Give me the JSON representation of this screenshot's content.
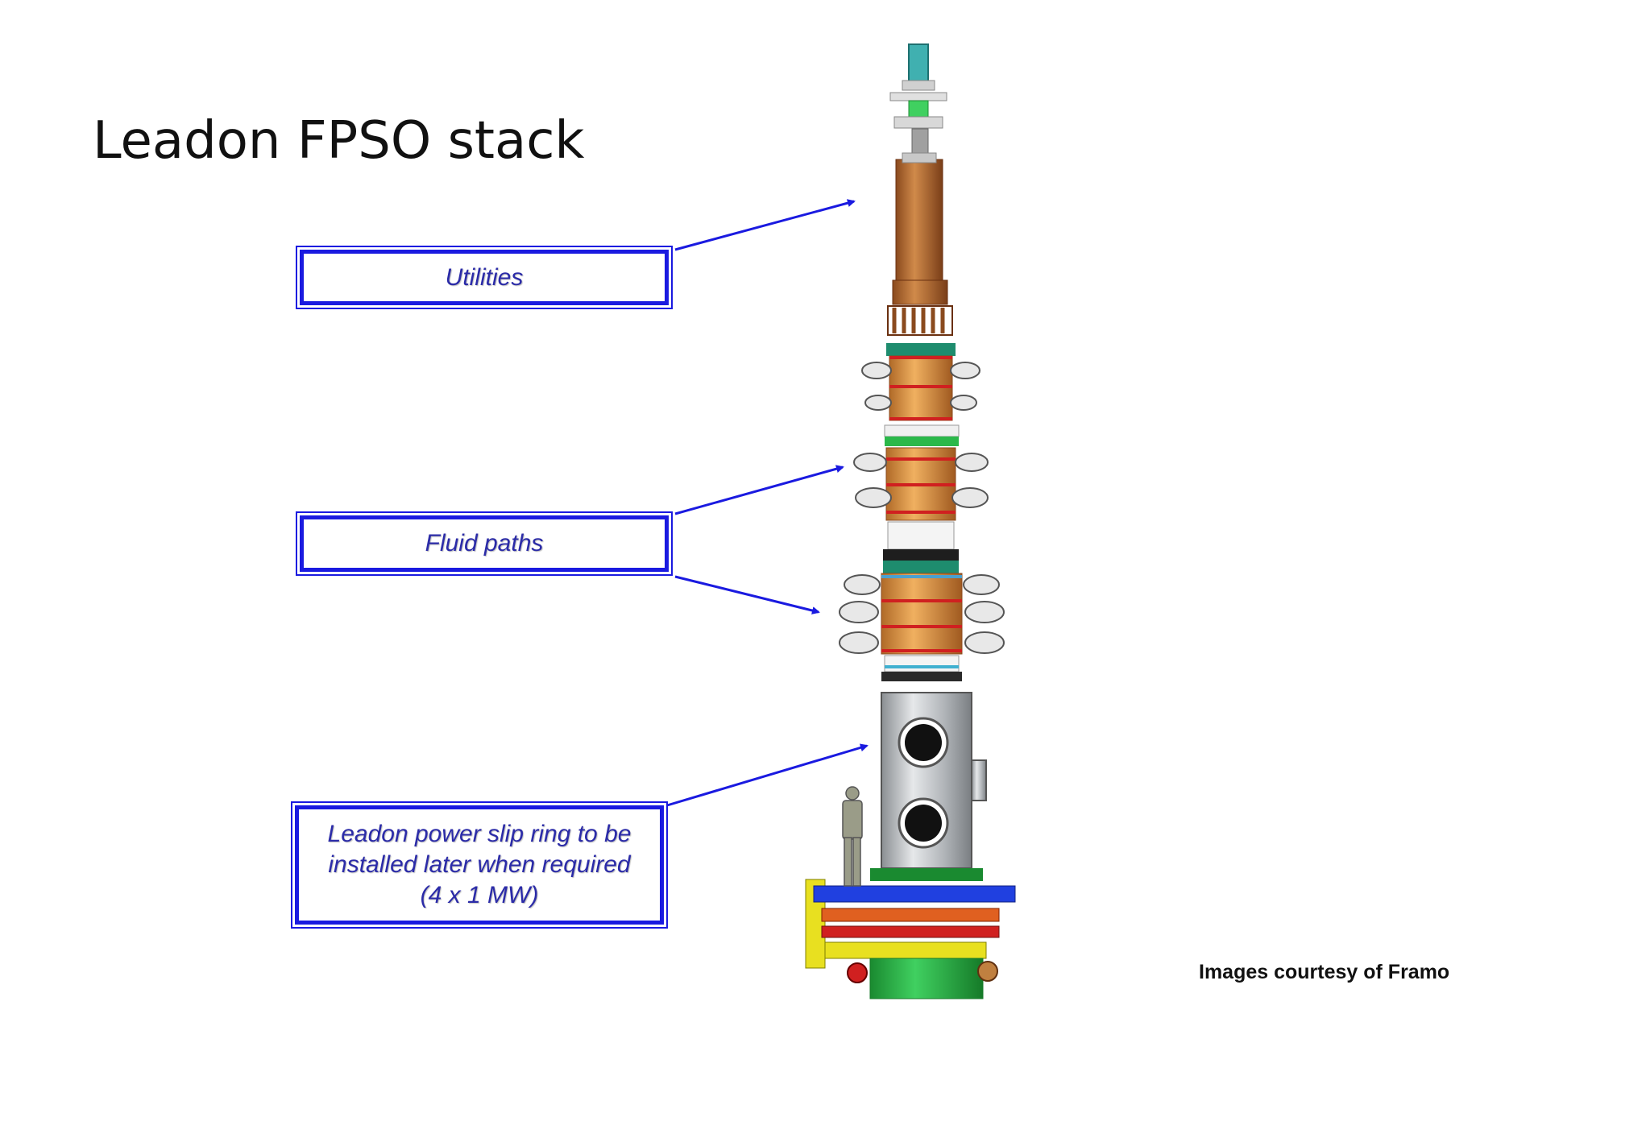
{
  "title": "Leadon FPSO stack",
  "labels": {
    "utilities": "Utilities",
    "fluid_paths": "Fluid paths",
    "power_line1": "Leadon power slip ring to be",
    "power_line2": "installed later when required",
    "power_line3": "(4 x 1 MW)"
  },
  "credit": "Images courtesy of Framo",
  "colors": {
    "accent_blue": "#1a1ae0",
    "label_text": "#2b2ba8",
    "copper": "#c0773a",
    "orange": "#e8a050",
    "green": "#2bb84a",
    "teal": "#1e8c6e",
    "steel": "#b8bcc0",
    "red": "#d02020",
    "yellow": "#e8e020",
    "blue": "#2040e0"
  }
}
